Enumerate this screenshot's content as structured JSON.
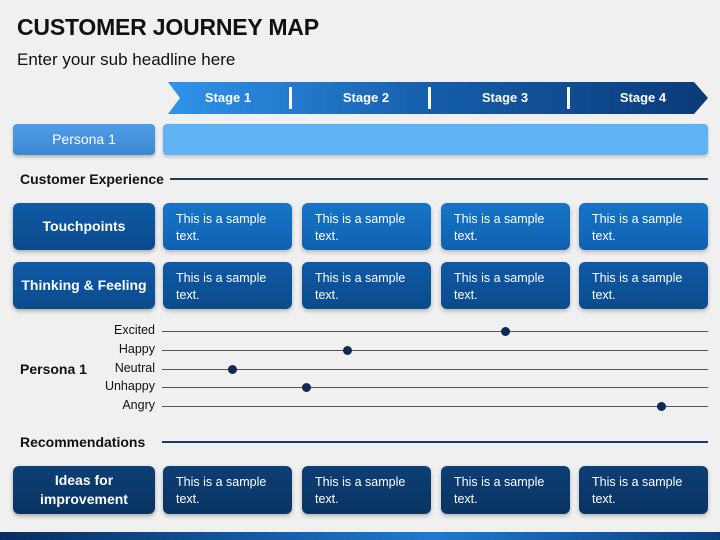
{
  "title": "CUSTOMER JOURNEY MAP",
  "subtitle": "Enter your sub headline here",
  "stages": [
    "Stage 1",
    "Stage 2",
    "Stage 3",
    "Stage 4"
  ],
  "persona_tab": "Persona 1",
  "customer_experience_label": "Customer Experience",
  "rows": [
    {
      "label": "Touchpoints",
      "cells": [
        "This is a sample text.",
        "This is a sample text.",
        "This is a sample text.",
        "This is a sample text."
      ]
    },
    {
      "label": "Thinking & Feeling",
      "cells": [
        "This is a sample text.",
        "This is a sample text.",
        "This is a sample text.",
        "This is a sample text."
      ]
    }
  ],
  "emotion_persona_label": "Persona 1",
  "emotion_levels": [
    "Excited",
    "Happy",
    "Neutral",
    "Unhappy",
    "Angry"
  ],
  "emotion_points": [
    {
      "level": "Neutral",
      "position": 0.13
    },
    {
      "level": "Unhappy",
      "position": 0.265
    },
    {
      "level": "Happy",
      "position": 0.34
    },
    {
      "level": "Excited",
      "position": 0.63
    },
    {
      "level": "Angry",
      "position": 0.915
    }
  ],
  "recommendations_label": "Recommendations",
  "ideas": {
    "label": "Ideas for improvement",
    "cells": [
      "This is a sample text.",
      "This is a sample text.",
      "This is a sample text.",
      "This is a sample text."
    ]
  },
  "colors": {
    "stage_start": "#2f93ea",
    "stage_end": "#0a3a78",
    "persona_strip": "#5fb3f4",
    "row1": "#1674c8",
    "row2": "#0f5aa6",
    "row3": "#0c3f74",
    "dot": "#0d2a52"
  }
}
